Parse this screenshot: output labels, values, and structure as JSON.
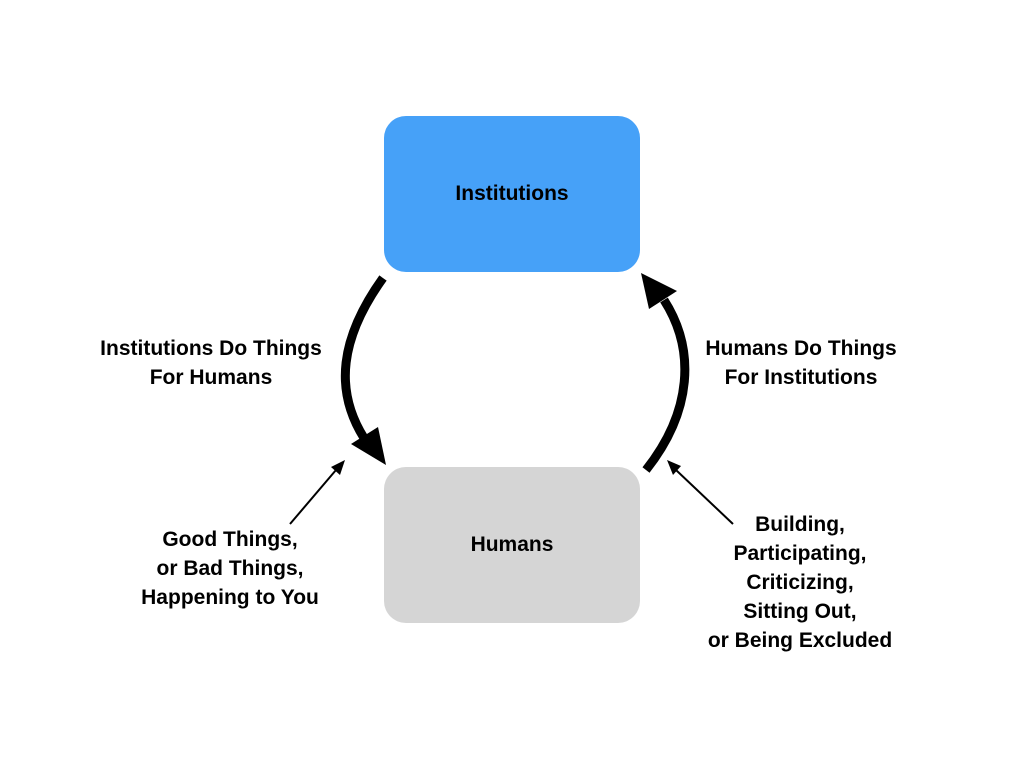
{
  "nodes": {
    "institutions": {
      "label": "Institutions",
      "color": "#46a1f8"
    },
    "humans": {
      "label": "Humans",
      "color": "#d5d5d5"
    }
  },
  "edges": {
    "institutions_to_humans": {
      "lines": [
        "Institutions Do Things",
        "For Humans"
      ]
    },
    "humans_to_institutions": {
      "lines": [
        "Humans Do Things",
        "For Institutions"
      ]
    }
  },
  "annotations": {
    "left": {
      "lines": [
        "Good Things,",
        "or Bad Things,",
        "Happening to You"
      ]
    },
    "right": {
      "lines": [
        "Building,",
        "Participating,",
        "Criticizing,",
        "Sitting Out,",
        "or Being Excluded"
      ]
    }
  }
}
